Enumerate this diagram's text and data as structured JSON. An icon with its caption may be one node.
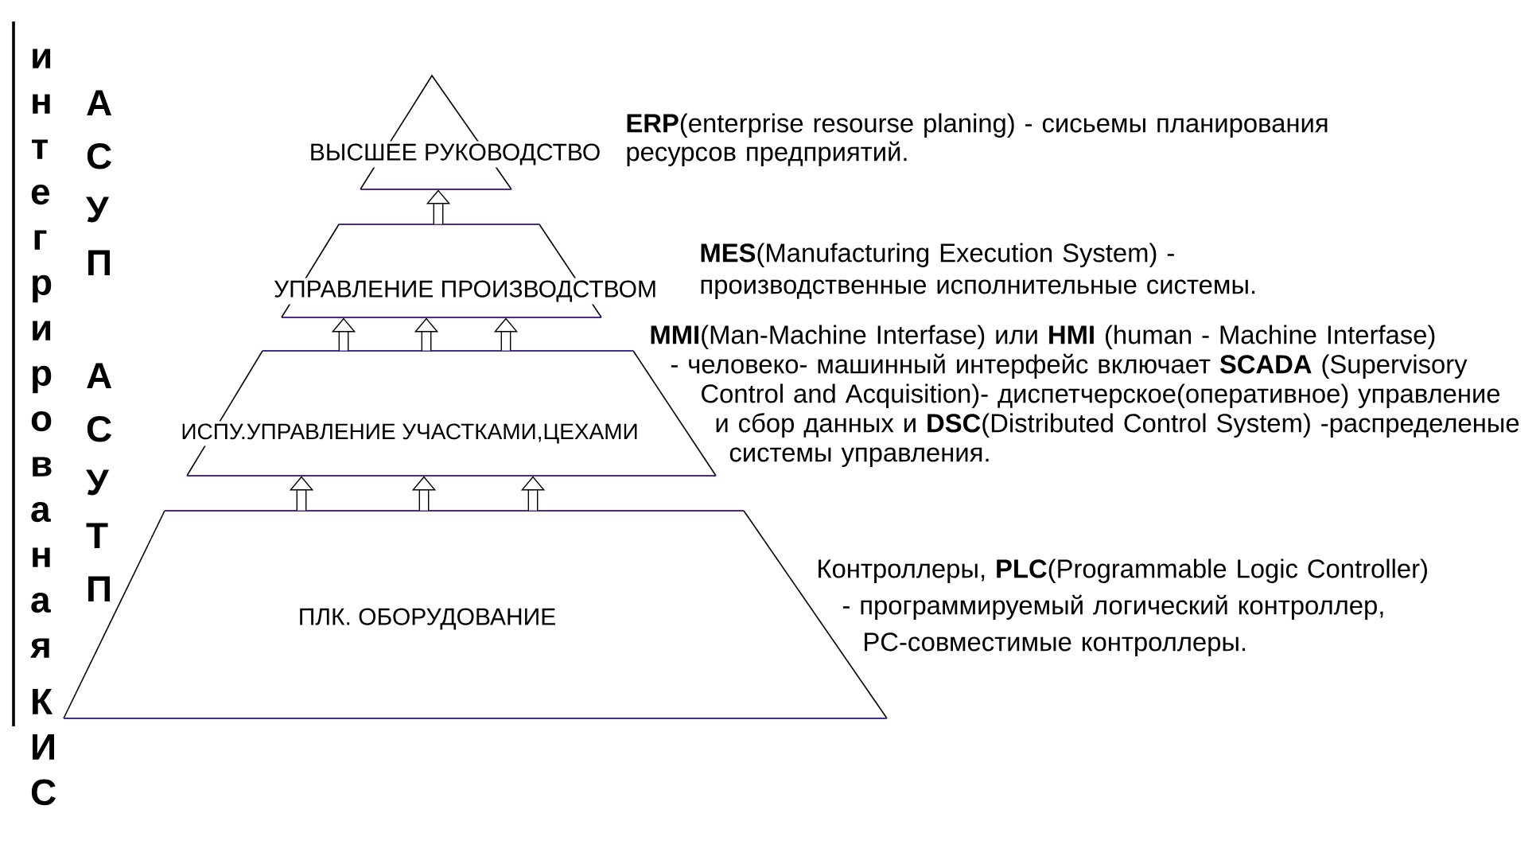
{
  "diagram": {
    "nodes": [
      {
        "text": [
          "ВЫСШЕЕ РУКОВОДСТВО"
        ],
        "beside": [
          "**ERP**(enterprise resourse planing) - сисьемы планирования ресурсов предприятий."
        ]
      },
      {
        "text": [
          "УПРАВЛЕНИЕ ПРОИЗВОДСТВОМ"
        ],
        "beside": [
          "**MES**(Manufacturing Execution System) - производственные исполнительные системы."
        ]
      },
      {
        "text": [
          "ИСПУ.УПРАВЛЕНИЕ УЧАСТКАМИ,ЦЕХАМИ"
        ],
        "beside": [
          "**MMI**(Man-Machine Interfase) или **HMI** (human - Machine Interfase) - человеко- машинный интерфейс включает **SCADA** (Supervisory Control and Acquisition)- диспетчерское(оперативное) управление и сбор данных и **DSC**(Distributed Control System) -распределеные системы управления."
        ]
      },
      {
        "text": [
          "ПЛК. ОБОРУДОВАНИЕ"
        ],
        "beside": [
          "Контроллеры, **PLC**(Programmable Logic Controller) - программируемый логический контроллер, PC-совместимые контроллеры."
        ]
      }
    ],
    "edges": [
      {
        "from": 1,
        "to": 0,
        "arrow": "to"
      },
      {
        "from": 2,
        "to": 1,
        "arrow": "to"
      },
      {
        "from": 2,
        "to": 1,
        "arrow": "to"
      },
      {
        "from": 2,
        "to": 1,
        "arrow": "to"
      },
      {
        "from": 3,
        "to": 2,
        "arrow": "to"
      },
      {
        "from": 3,
        "to": 2,
        "arrow": "to"
      },
      {
        "from": 3,
        "to": 2,
        "arrow": "to"
      }
    ],
    "labels": [
      "интегрированая КИС",
      "АСУП",
      "АСУТП"
    ]
  }
}
